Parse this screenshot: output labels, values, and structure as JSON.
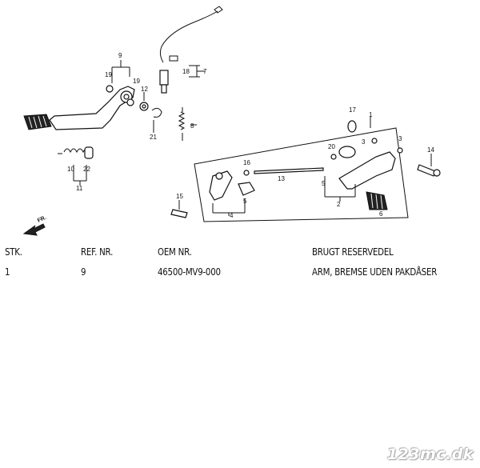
{
  "diagram": {
    "callouts": [
      "9",
      "19",
      "19",
      "12",
      "21",
      "18",
      "7",
      "8",
      "10",
      "22",
      "11",
      "17",
      "1",
      "20",
      "3",
      "3",
      "14",
      "16",
      "13",
      "5",
      "2",
      "15",
      "5",
      "4",
      "6"
    ],
    "direction_label": "FR."
  },
  "table": {
    "headers": [
      "STK.",
      "REF. NR.",
      "OEM NR.",
      "BRUGT RESERVEDEL"
    ],
    "rows": [
      [
        "1",
        "9",
        "46500-MV9-000",
        "ARM, BREMSE UDEN PAKDÅSER"
      ]
    ]
  },
  "watermark": "123mc.dk"
}
